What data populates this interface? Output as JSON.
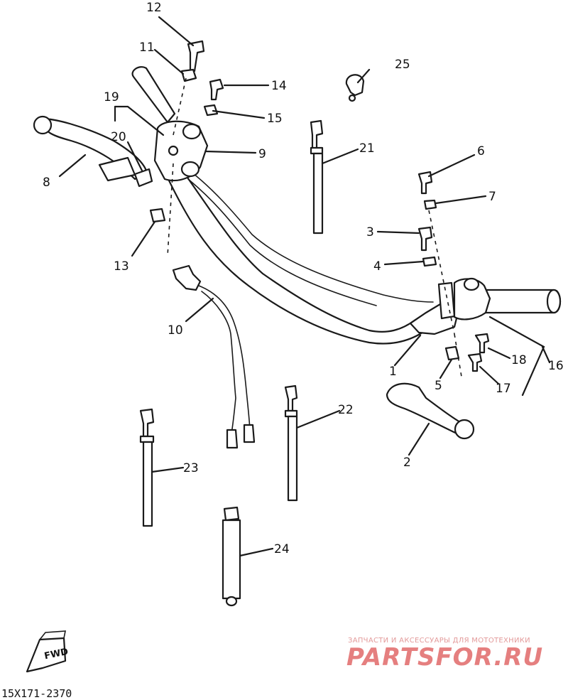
{
  "diagram": {
    "drawing_code": "15X171-2370",
    "fwd_label": "FWD",
    "callouts": [
      {
        "id": "c1",
        "label": "1"
      },
      {
        "id": "c2",
        "label": "2"
      },
      {
        "id": "c3",
        "label": "3"
      },
      {
        "id": "c4",
        "label": "4"
      },
      {
        "id": "c5",
        "label": "5"
      },
      {
        "id": "c6",
        "label": "6"
      },
      {
        "id": "c7",
        "label": "7"
      },
      {
        "id": "c8",
        "label": "8"
      },
      {
        "id": "c9",
        "label": "9"
      },
      {
        "id": "c10",
        "label": "10"
      },
      {
        "id": "c11",
        "label": "11"
      },
      {
        "id": "c12",
        "label": "12"
      },
      {
        "id": "c13",
        "label": "13"
      },
      {
        "id": "c14",
        "label": "14"
      },
      {
        "id": "c15",
        "label": "15"
      },
      {
        "id": "c16",
        "label": "16"
      },
      {
        "id": "c17",
        "label": "17"
      },
      {
        "id": "c18",
        "label": "18"
      },
      {
        "id": "c19",
        "label": "19"
      },
      {
        "id": "c20",
        "label": "20"
      },
      {
        "id": "c21",
        "label": "21"
      },
      {
        "id": "c22",
        "label": "22"
      },
      {
        "id": "c23",
        "label": "23"
      },
      {
        "id": "c24",
        "label": "24"
      },
      {
        "id": "c25",
        "label": "25"
      }
    ]
  },
  "watermark": {
    "tagline": "ЗАПЧАСТИ И АКСЕССУАРЫ ДЛЯ МОТОТЕХНИКИ",
    "brand": "PARTSFOR.RU",
    "color": "#e57f7f"
  }
}
